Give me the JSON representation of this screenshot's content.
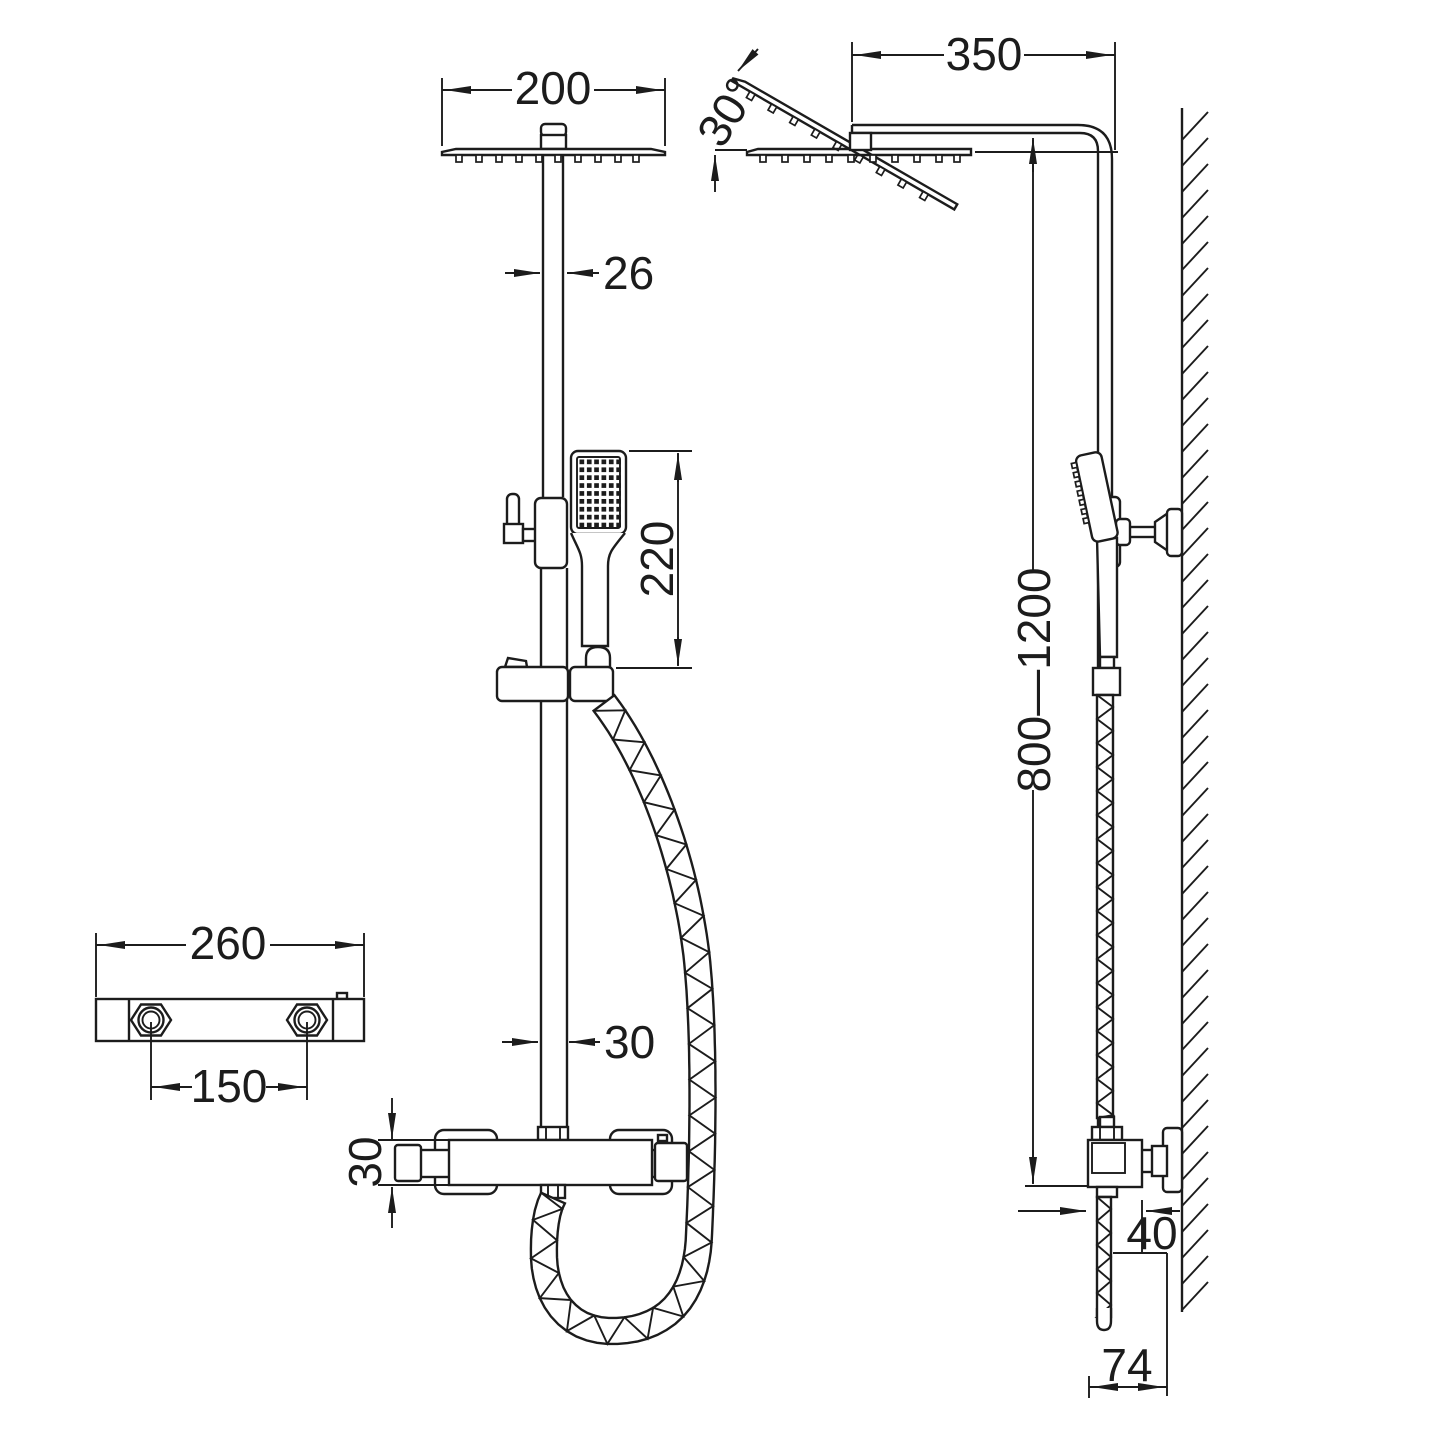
{
  "document": {
    "type": "technical-dimension-drawing",
    "subject": "shower-column-with-rain-head-hand-shower-and-thermostatic-valve"
  },
  "colors": {
    "line": "#1c1c1c",
    "background": "#ffffff"
  },
  "dimensions": {
    "head_width": "200",
    "head_pipe_width": "26",
    "handset_length": "220",
    "riser_pipe_width": "30",
    "valve_body_height": "30",
    "valve_length": "260",
    "inlet_spacing": "150",
    "arm_reach": "350",
    "head_tilt_angle": "30°",
    "adjustable_height": "800—1200",
    "valve_wall_offset": "40",
    "hose_wall_distance": "74"
  }
}
